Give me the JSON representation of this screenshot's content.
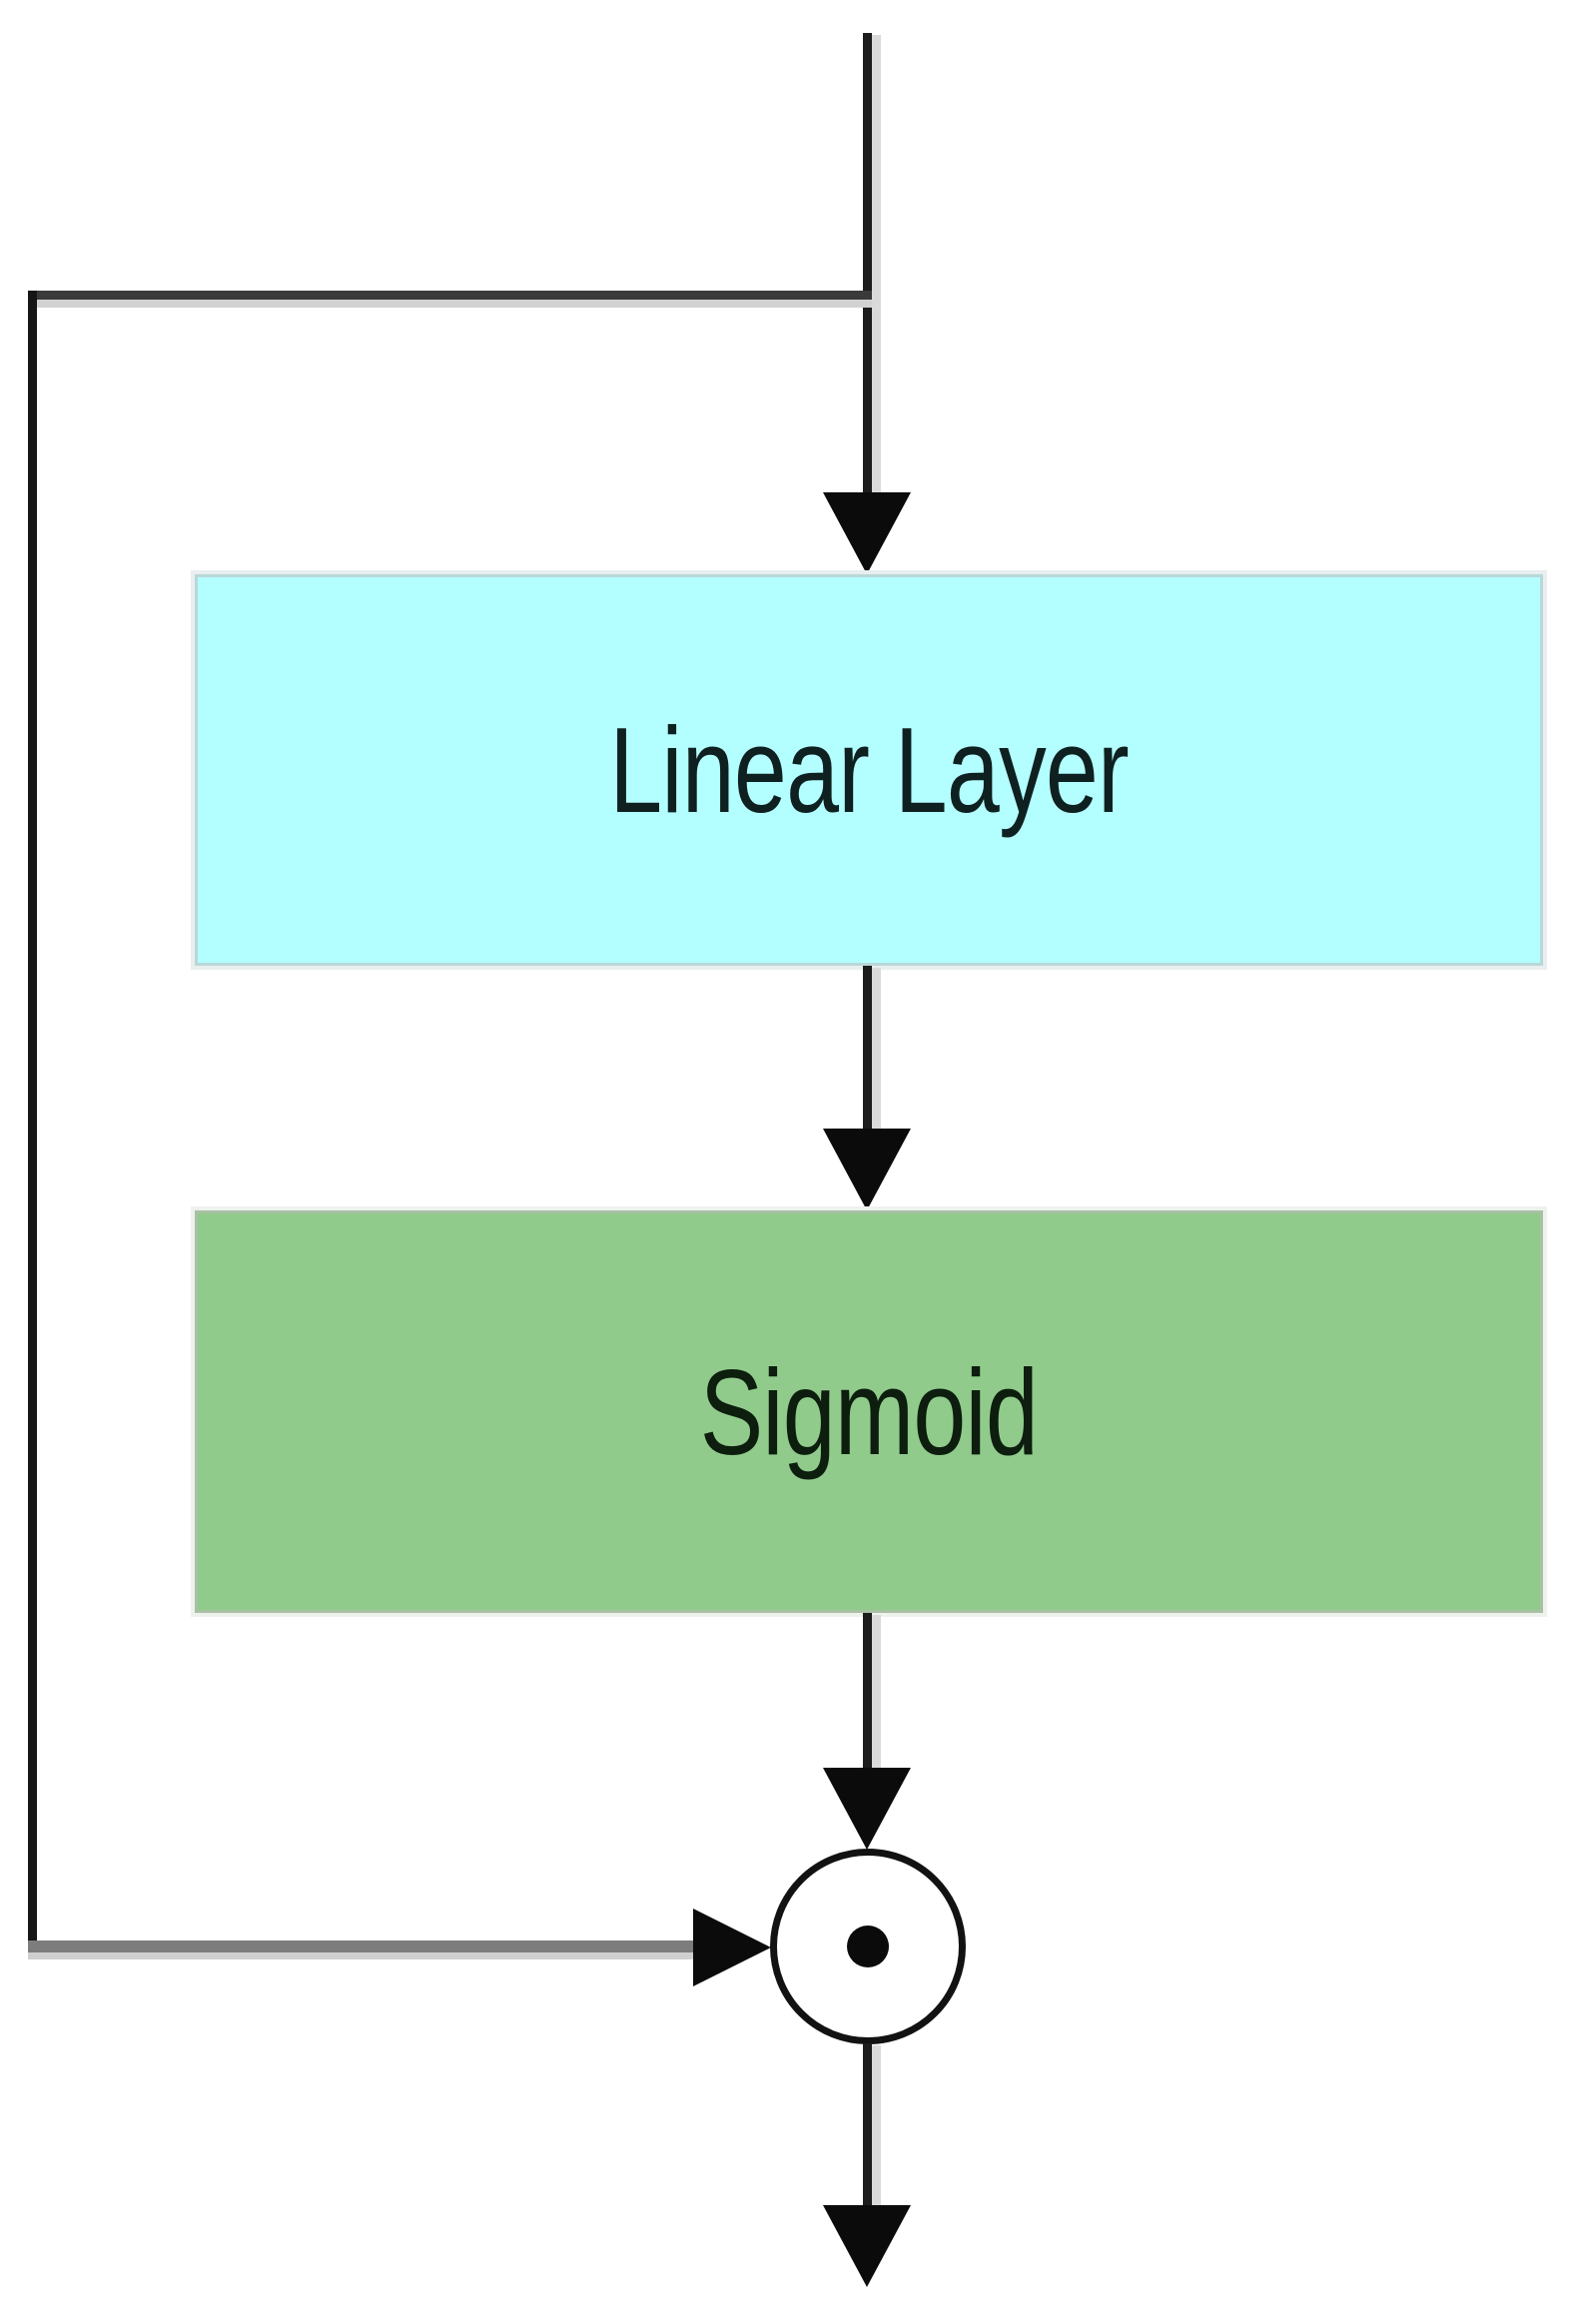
{
  "diagram": {
    "type": "flow-diagram",
    "background": "#ffffff",
    "nodes": [
      {
        "id": "linear-layer",
        "label": "Linear Layer",
        "shape": "rectangle",
        "fill": "#b3feff",
        "border": "#b9d8d8",
        "text_color": "#0f2020"
      },
      {
        "id": "sigmoid",
        "label": "Sigmoid",
        "shape": "rectangle",
        "fill": "#90cb8c",
        "border": "#a9c0a5",
        "text_color": "#0d1d0e"
      },
      {
        "id": "elementwise-product",
        "label": "⊙",
        "shape": "circle-with-dot",
        "fill": "#ffffff",
        "border": "#121212"
      }
    ],
    "edges": [
      {
        "from": "input",
        "to": "linear-layer",
        "style": "arrow-down",
        "color": "#1c1c1c"
      },
      {
        "from": "input",
        "to": "elementwise-product",
        "style": "skip-connection-around-left",
        "color": "#3a3a3a"
      },
      {
        "from": "linear-layer",
        "to": "sigmoid",
        "style": "arrow-down",
        "color": "#1c1c1c"
      },
      {
        "from": "sigmoid",
        "to": "elementwise-product",
        "style": "arrow-down",
        "color": "#1c1c1c"
      },
      {
        "from": "elementwise-product",
        "to": "output",
        "style": "arrow-down",
        "color": "#1c1c1c"
      }
    ]
  }
}
